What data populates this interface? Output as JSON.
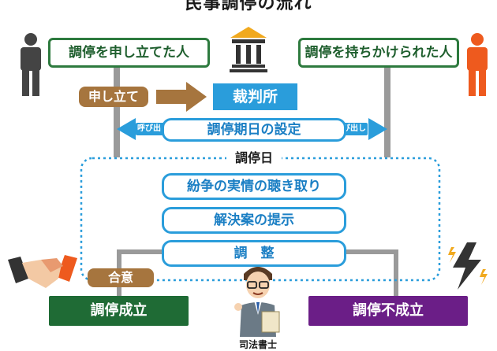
{
  "title": "民事調停の流れ",
  "petitioner_label": "調停を申し立てた人",
  "respondent_label": "調停を持ちかけられた人",
  "filing_label": "申し立て",
  "court_label": "裁判所",
  "schedule_label": "調停期日の設定",
  "summons_left": "呼び出し",
  "summons_right": "呼び出し",
  "session_day_label": "調停日",
  "steps": [
    "紛争の実情の聴き取り",
    "解決案の提示",
    "調　整"
  ],
  "agreement_label": "合意",
  "success_label": "調停成立",
  "failure_label": "調停不成立",
  "judge_label": "司法書士",
  "colors": {
    "green": "#2d7a3e",
    "dark_green": "#1f6b35",
    "blue": "#2a9ddb",
    "brown": "#a6753e",
    "purple": "#6b1e87",
    "gray": "#9a9a9a",
    "person_left": "#444444",
    "person_right": "#ee5a1e"
  },
  "icons": {
    "petitioner": "person-icon",
    "respondent": "person-icon",
    "court": "courthouse-icon",
    "agreement": "handshake-icon",
    "conflict": "lightning-icon",
    "judge": "judicial-scrivener-icon"
  }
}
